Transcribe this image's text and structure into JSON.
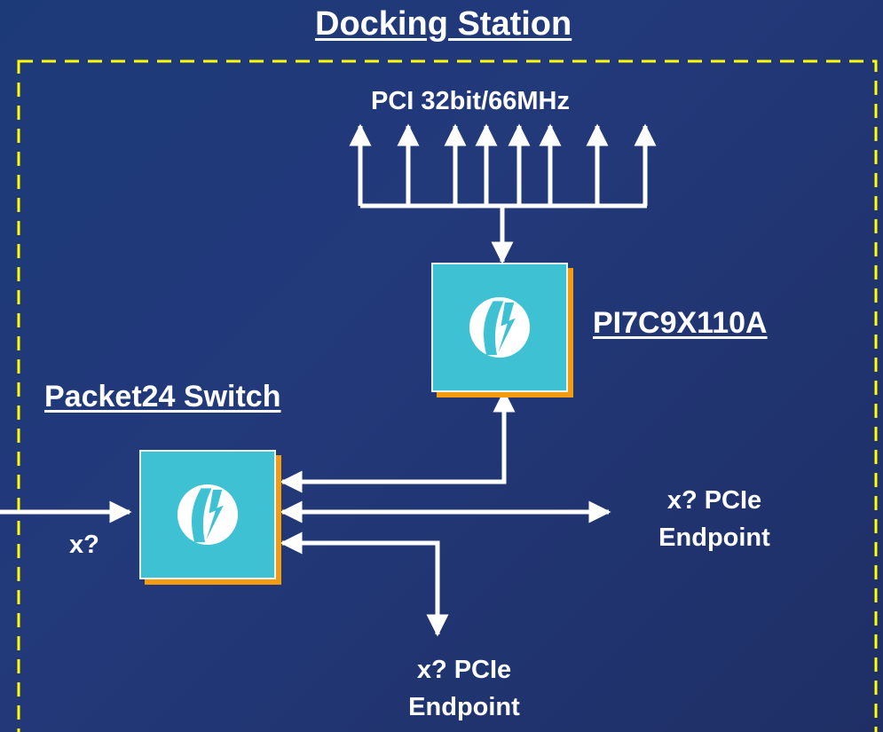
{
  "title": "Docking Station",
  "pci_bus_label": "PCI 32bit/66MHz",
  "bridge": {
    "name": "PI7C9X110A",
    "logo_icon": "pericom-logo-icon"
  },
  "switch": {
    "name": "Packet24 Switch",
    "logo_icon": "pericom-logo-icon"
  },
  "upstream_link_label": "x?",
  "endpoint_right": {
    "line1": "x? PCIe",
    "line2": "Endpoint"
  },
  "endpoint_bottom": {
    "line1": "x? PCIe",
    "line2": "Endpoint"
  },
  "colors": {
    "background": "#1f3a7a",
    "chip_fill": "#3ec1d3",
    "chip_shadow": "#f39c12",
    "dashed_border": "#ffff00",
    "wires": "#ffffff"
  }
}
